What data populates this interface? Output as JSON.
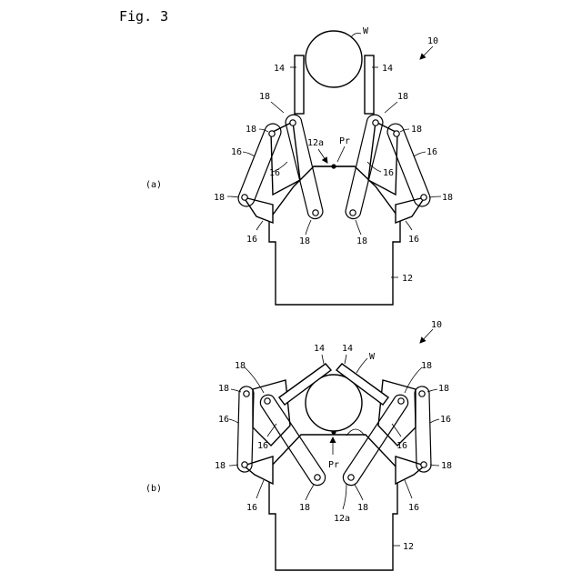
{
  "figure": {
    "title": "Fig. 3",
    "panels": [
      {
        "id": "a",
        "caption": "(a)",
        "labels": {
          "assembly": "10",
          "workpiece": "W",
          "finger_left": "14",
          "finger_right": "14",
          "pin_ul": "18",
          "pin_ur": "18",
          "pin_l_top": "18",
          "pin_r_top": "18",
          "link_l_outer": "16",
          "link_r_outer": "16",
          "link_l_inner": "16",
          "link_r_inner": "16",
          "pin_l_low": "18",
          "pin_r_low": "18",
          "base_link_l": "16",
          "base_link_r": "16",
          "pin_inner_l": "18",
          "pin_inner_r": "18",
          "palm_surface": "12a",
          "press_point": "Pr",
          "body": "12"
        }
      },
      {
        "id": "b",
        "caption": "(b)",
        "labels": {
          "assembly": "10",
          "workpiece": "W",
          "finger_left": "14",
          "finger_right": "14",
          "pin_ul": "18",
          "pin_ur": "18",
          "pin_l_top": "18",
          "pin_r_top": "18",
          "link_l_outer": "16",
          "link_r_outer": "16",
          "link_l_inner": "16",
          "link_r_inner": "16",
          "pin_l_low": "18",
          "pin_r_low": "18",
          "base_link_l": "16",
          "base_link_r": "16",
          "pin_inner_l": "18",
          "pin_inner_r": "18",
          "palm_surface": "12a",
          "press_point": "Pr",
          "body": "12"
        }
      }
    ]
  }
}
